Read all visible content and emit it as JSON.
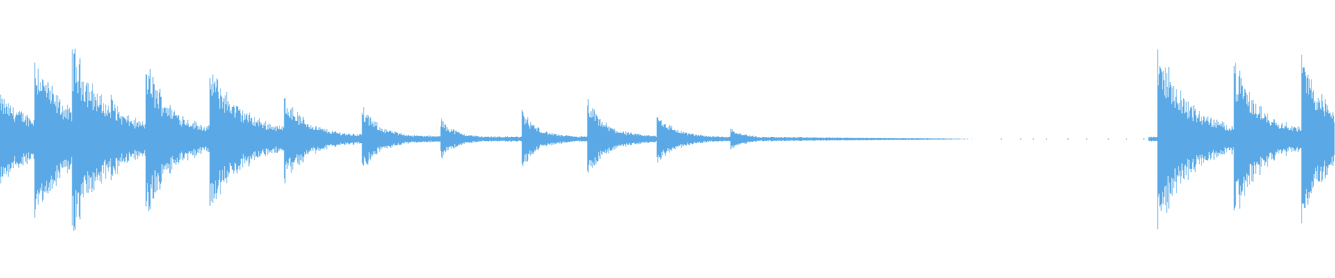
{
  "waveform": {
    "color": "#5aa9e6",
    "background": "#ffffff",
    "baseline_level": 0.02,
    "transients": [
      {
        "t": 0.0,
        "peak": 0.28,
        "decay": 0.03
      },
      {
        "t": 0.026,
        "peak": 0.56,
        "decay": 0.02
      },
      {
        "t": 0.054,
        "peak": 0.62,
        "decay": 0.022
      },
      {
        "t": 0.083,
        "peak": 0.3,
        "decay": 0.012
      },
      {
        "t": 0.109,
        "peak": 0.52,
        "decay": 0.018
      },
      {
        "t": 0.122,
        "peak": 0.2,
        "decay": 0.01
      },
      {
        "t": 0.157,
        "peak": 0.48,
        "decay": 0.022
      },
      {
        "t": 0.213,
        "peak": 0.3,
        "decay": 0.015
      },
      {
        "t": 0.271,
        "peak": 0.22,
        "decay": 0.012
      },
      {
        "t": 0.33,
        "peak": 0.14,
        "decay": 0.01
      },
      {
        "t": 0.391,
        "peak": 0.2,
        "decay": 0.01
      },
      {
        "t": 0.44,
        "peak": 0.26,
        "decay": 0.012
      },
      {
        "t": 0.492,
        "peak": 0.18,
        "decay": 0.012
      },
      {
        "t": 0.547,
        "peak": 0.08,
        "decay": 0.01
      },
      {
        "t": 0.867,
        "peak": 0.62,
        "decay": 0.02
      },
      {
        "t": 0.924,
        "peak": 0.52,
        "decay": 0.018
      },
      {
        "t": 0.975,
        "peak": 0.56,
        "decay": 0.018
      }
    ],
    "fade_out_start": 0.55,
    "fade_out_end": 0.86
  }
}
